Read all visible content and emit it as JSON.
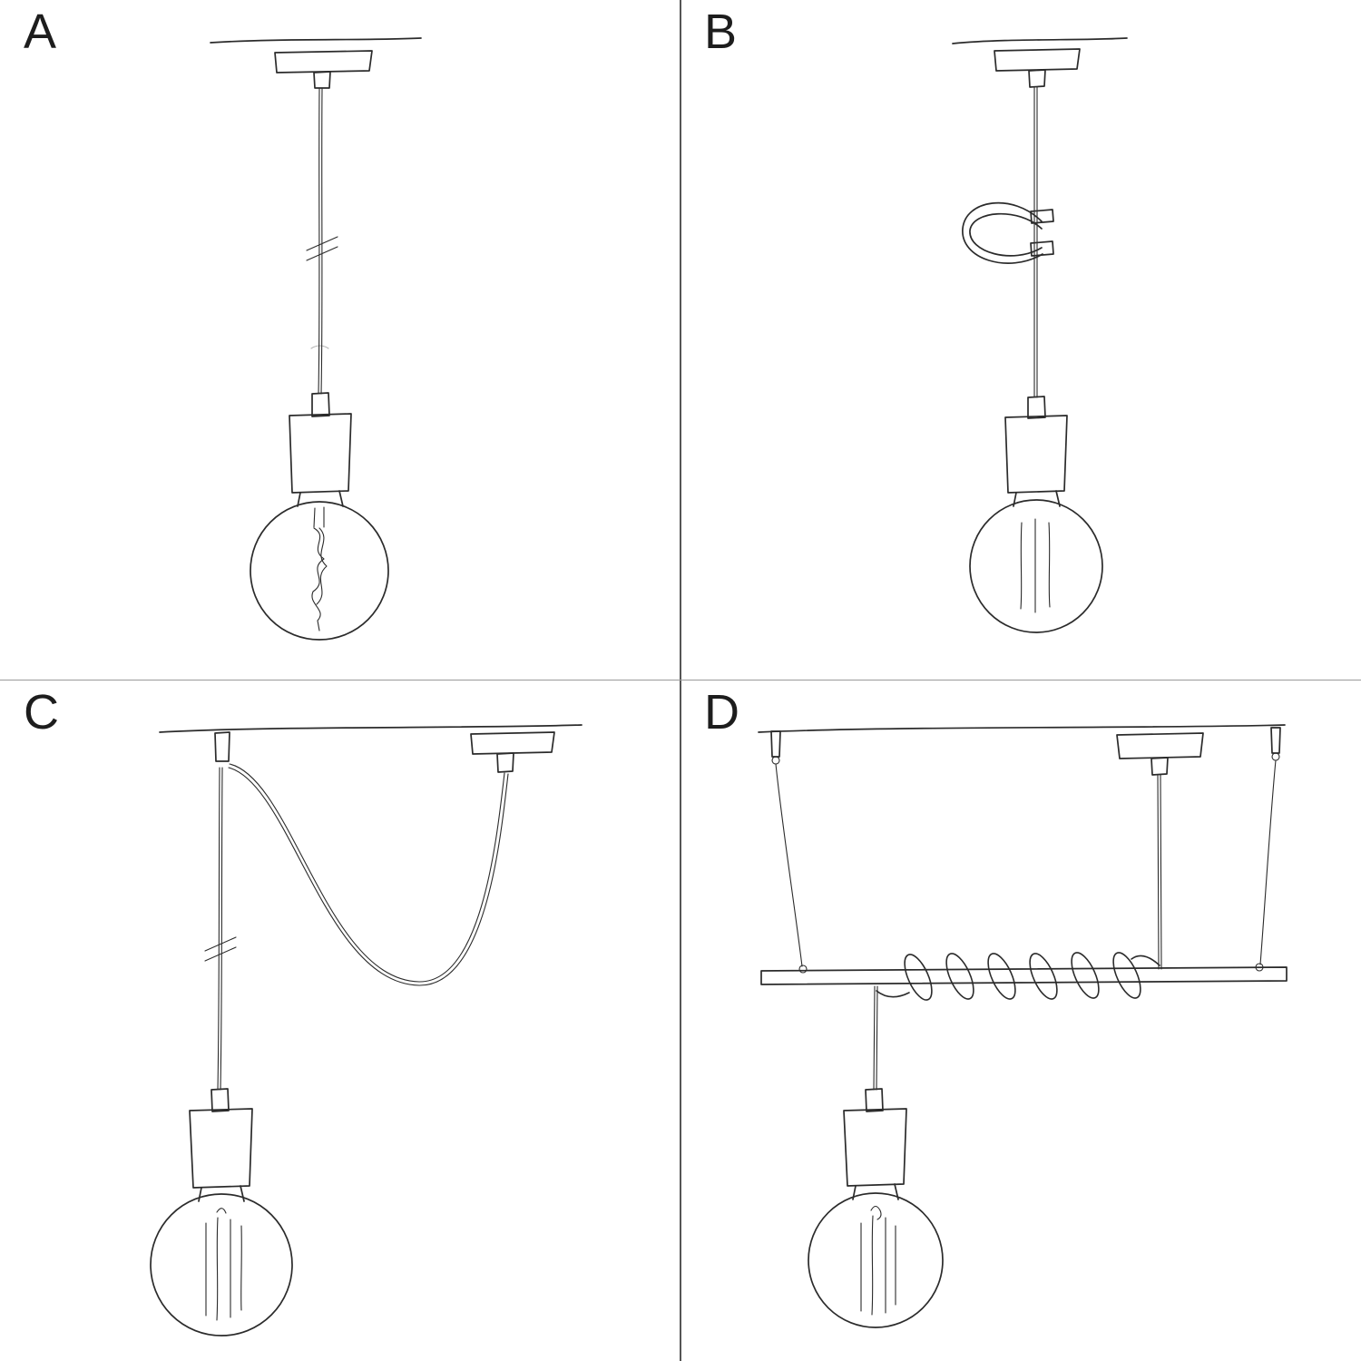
{
  "page": {
    "background": "#ffffff",
    "ink_color": "#2b2b2b",
    "divider_color": "#555555"
  },
  "panels": [
    {
      "id": "A",
      "label": "A",
      "sketch": "straight-pendant-from-ceiling-rose"
    },
    {
      "id": "B",
      "label": "B",
      "sketch": "pendant-with-cable-loop-clip"
    },
    {
      "id": "C",
      "label": "C",
      "sketch": "swag-pendant-with-decentralizer-hook"
    },
    {
      "id": "D",
      "label": "D",
      "sketch": "pendant-cable-wrapped-on-suspended-lath"
    }
  ]
}
